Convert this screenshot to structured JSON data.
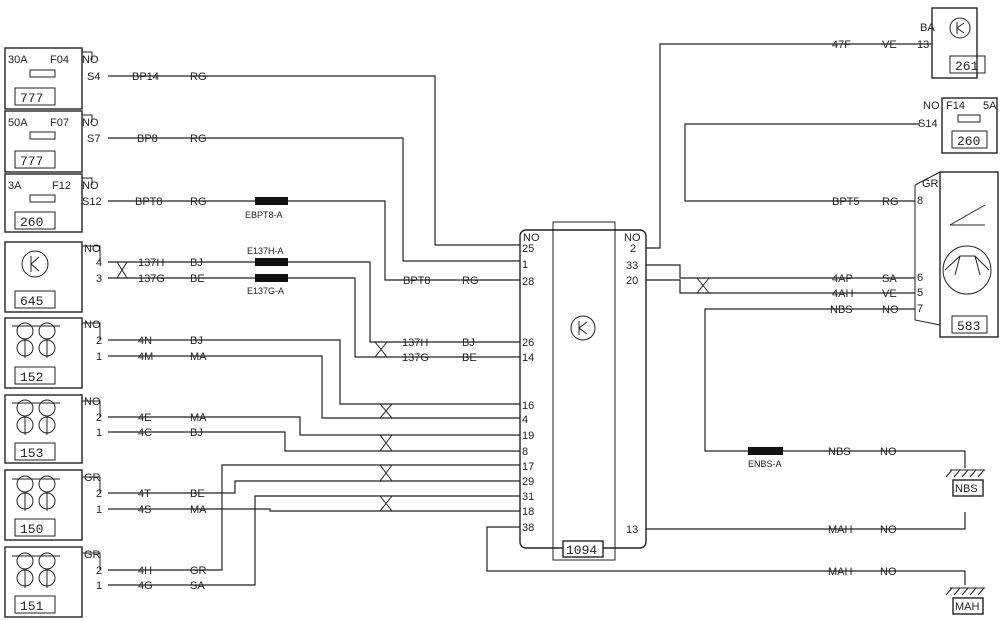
{
  "components": {
    "c777a": {
      "fuse": "30A",
      "fid": "F04",
      "no": "NO",
      "pin": "S4",
      "num": "777"
    },
    "c777b": {
      "fuse": "50A",
      "fid": "F07",
      "no": "NO",
      "pin": "S7",
      "num": "777"
    },
    "c260a": {
      "fuse": "3A",
      "fid": "F12",
      "no": "NO",
      "pin": "S12",
      "num": "260"
    },
    "c645": {
      "no": "NO",
      "p1": "4",
      "p2": "3",
      "num": "645"
    },
    "c152": {
      "no": "NO",
      "p1": "2",
      "p2": "1",
      "num": "152"
    },
    "c153": {
      "no": "NO",
      "p1": "2",
      "p2": "1",
      "num": "153"
    },
    "c150": {
      "no": "GR",
      "p1": "2",
      "p2": "1",
      "num": "150"
    },
    "c151": {
      "no": "GR",
      "p1": "2",
      "p2": "1",
      "num": "151"
    },
    "c1094": {
      "num": "1094",
      "no_left": "NO",
      "no_right": "NO",
      "left_pins": [
        "25",
        "1",
        "28",
        "26",
        "14",
        "16",
        "4",
        "19",
        "8",
        "17",
        "29",
        "31",
        "18",
        "38"
      ],
      "right_pins": [
        "2",
        "33",
        "20",
        "13"
      ]
    },
    "c261": {
      "ba": "BA",
      "pin": "13",
      "num": "261"
    },
    "c260b": {
      "no": "NO",
      "fid": "F14",
      "fuse": "5A",
      "pin": "S14",
      "num": "260"
    },
    "c583": {
      "gr": "GR",
      "p8": "8",
      "p6": "6",
      "p5": "5",
      "p7": "7",
      "num": "583"
    },
    "gnd_nbs": {
      "label": "NBS"
    },
    "gnd_mah": {
      "label": "MAH"
    }
  },
  "wires": {
    "bp14": "BP14",
    "rg": "RG",
    "bp8": "BP8",
    "bpt8": "BPT8",
    "ebpt8": "EBPT8-A",
    "w137h": "137H",
    "w137g": "137G",
    "bj": "BJ",
    "be": "BE",
    "e137h": "E137H-A",
    "e137g": "E137G-A",
    "w4n": "4N",
    "w4m": "4M",
    "ma": "MA",
    "w4e": "4E",
    "w4c": "4C",
    "w4t": "4T",
    "w4s": "4S",
    "w4h": "4H",
    "w4g": "4G",
    "gr": "GR",
    "sa": "SA",
    "w47f": "47F",
    "ve": "VE",
    "bpt5": "BPT5",
    "w4ap": "4AP",
    "w4ah": "4AH",
    "nbs": "NBS",
    "no": "NO",
    "enbs": "ENBS-A",
    "mah": "MAH"
  },
  "colors": {
    "line": "#222222",
    "background": "#ffffff"
  }
}
